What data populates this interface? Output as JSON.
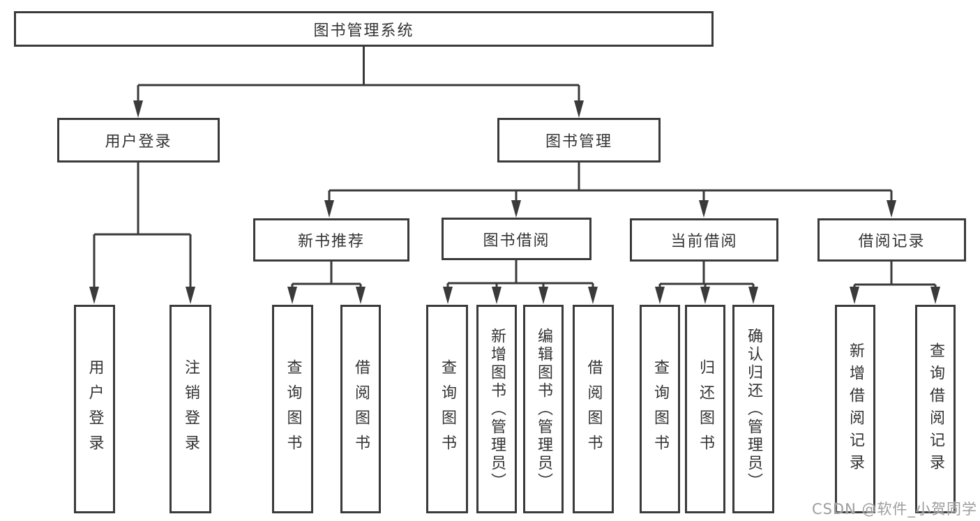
{
  "diagram": {
    "title_node": "图书管理系统",
    "branches": [
      {
        "label": "用户登录",
        "leaves": [
          "用户登录",
          "注销登录"
        ]
      },
      {
        "label": "图书管理",
        "children": [
          {
            "label": "新书推荐",
            "leaves": [
              "查询图书",
              "借阅图书"
            ]
          },
          {
            "label": "图书借阅",
            "leaves": [
              "查询图书",
              "新增图书（管理员）",
              "编辑图书（管理员）",
              "借阅图书"
            ]
          },
          {
            "label": "当前借阅",
            "leaves": [
              "查询图书",
              "归还图书",
              "确认归还（管理员）"
            ]
          },
          {
            "label": "借阅记录",
            "leaves": [
              "新增借阅记录",
              "查询借阅记录"
            ]
          }
        ]
      }
    ]
  },
  "watermark": "CSDN @软件_小贺同学",
  "colors": {
    "line": "#3a3a3a",
    "box_border": "#3a3a3a",
    "text": "#333333",
    "watermark": "#9d9d9d",
    "background": "#ffffff"
  }
}
